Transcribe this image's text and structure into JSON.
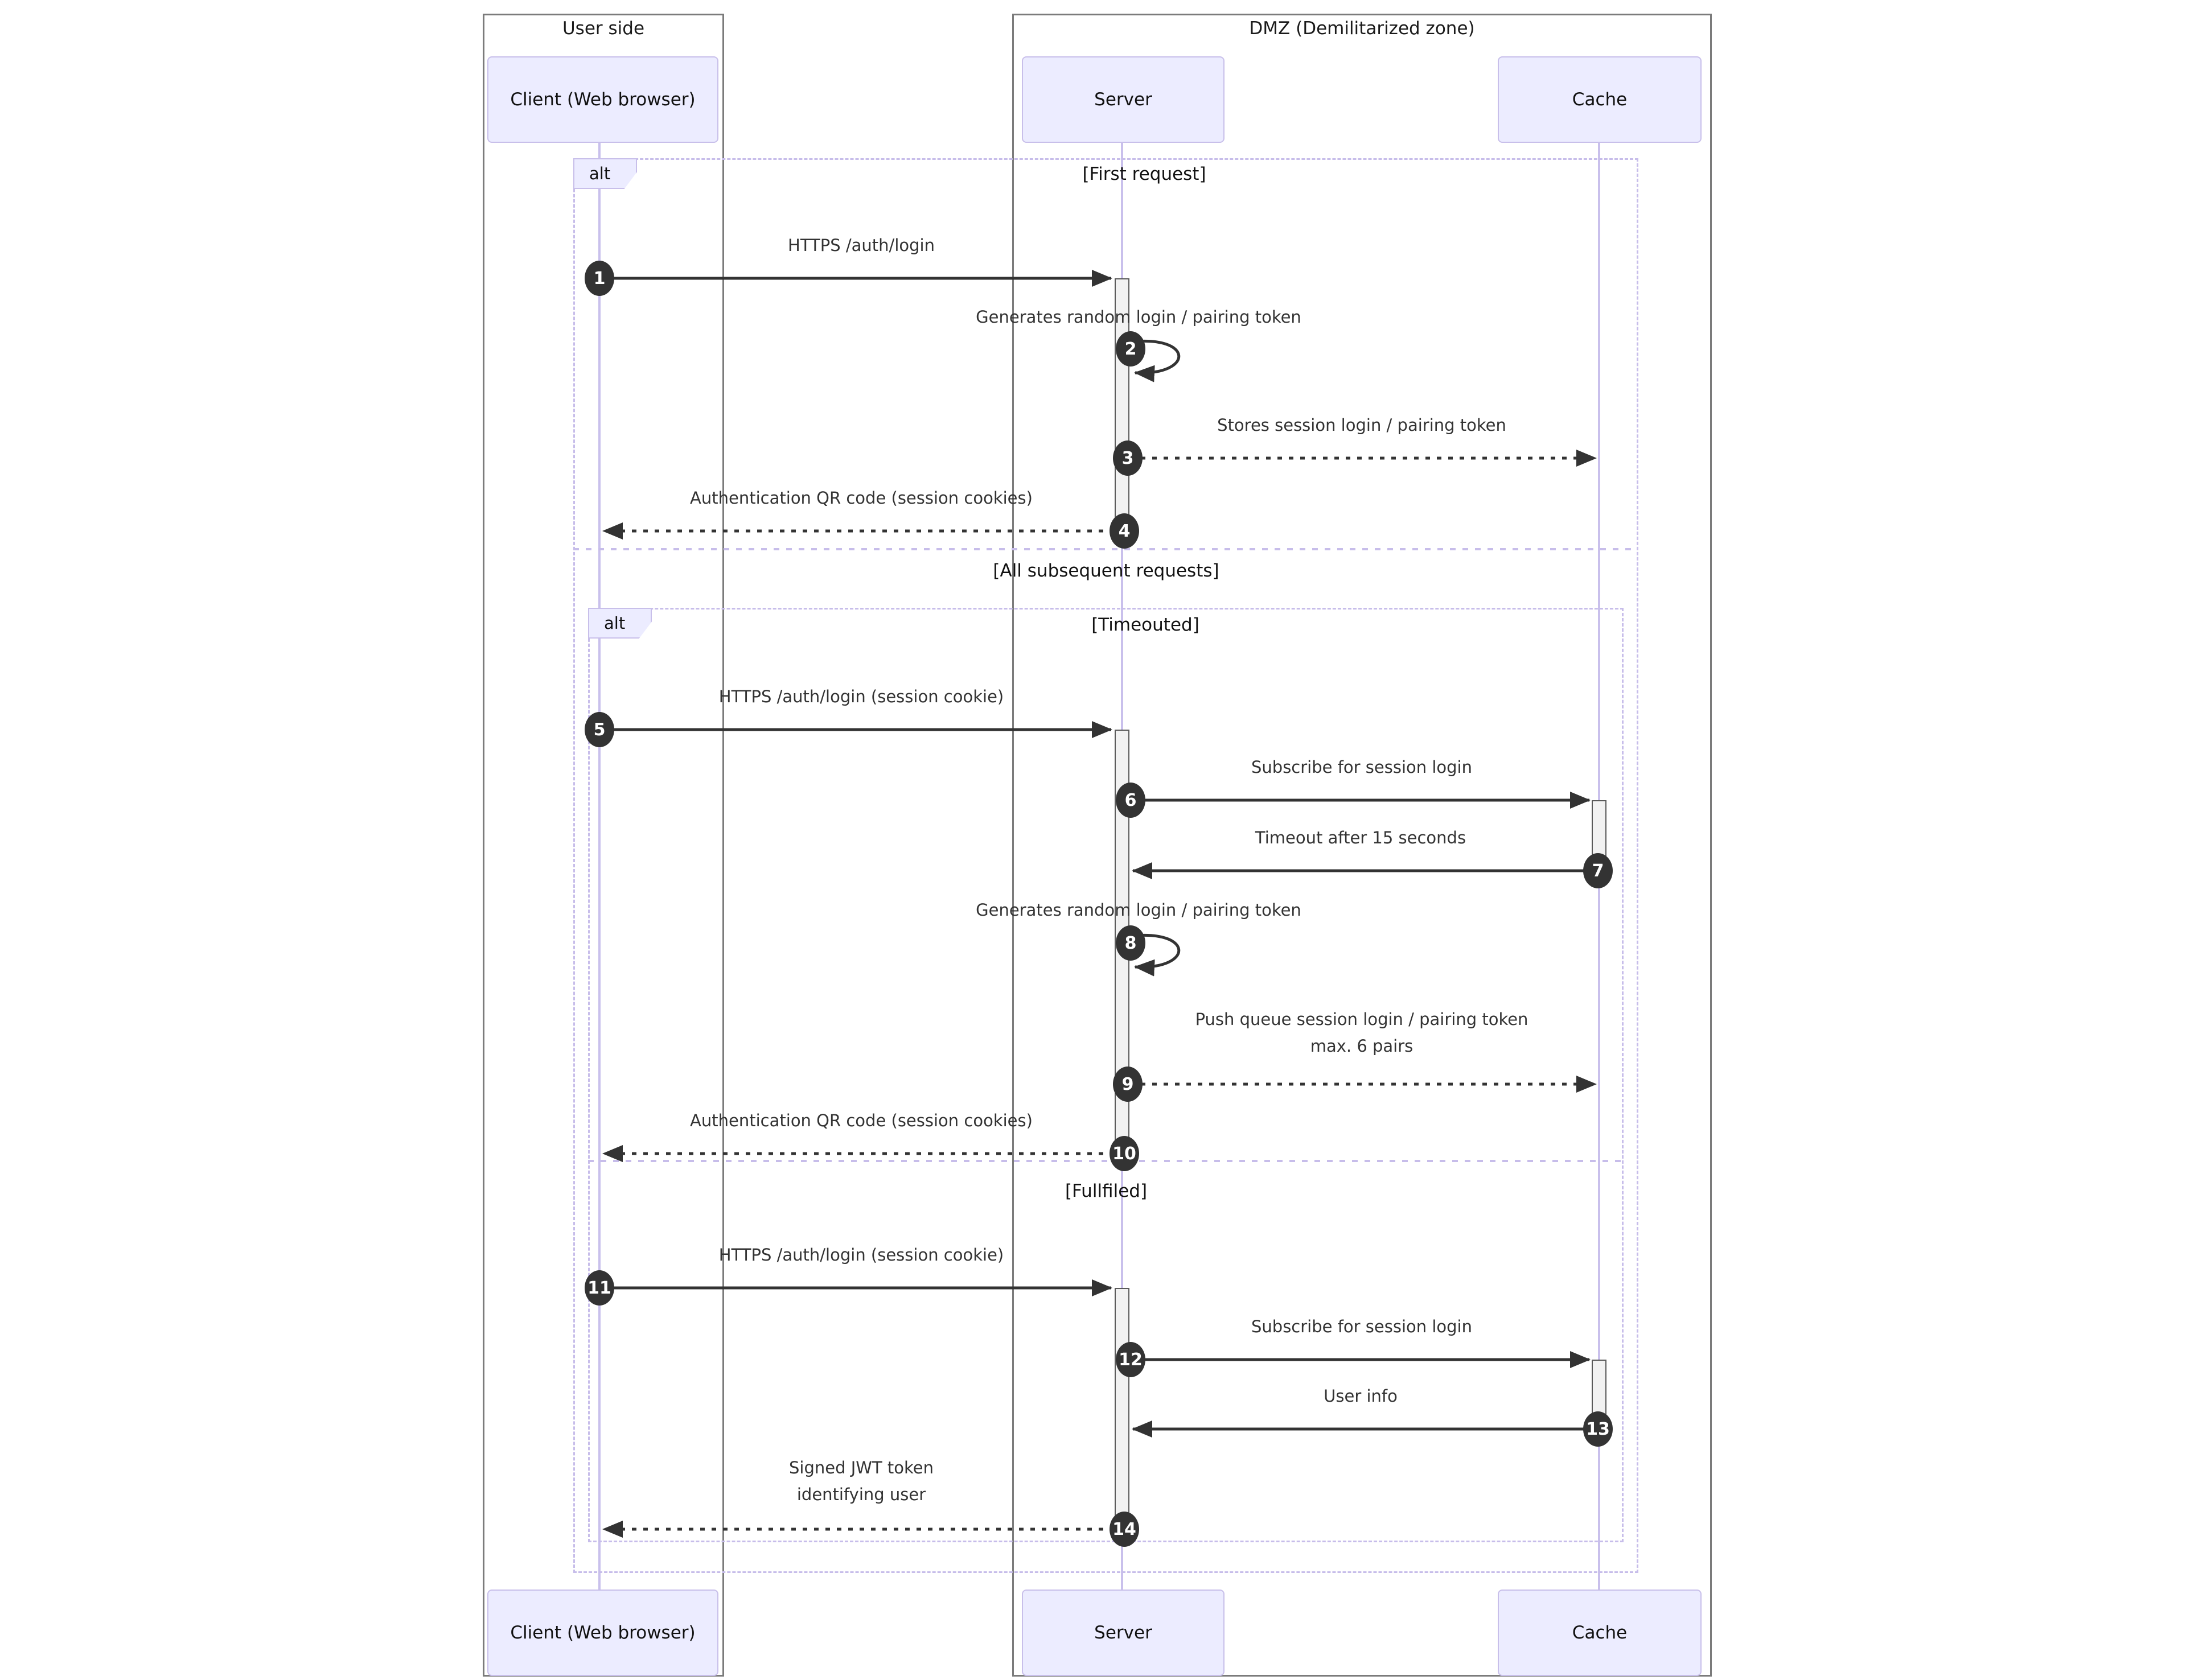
{
  "diagram_type": "sequence-diagram",
  "groups": {
    "left": {
      "title": "User side"
    },
    "right": {
      "title": "DMZ (Demilitarized zone)"
    }
  },
  "participants": {
    "client": "Client (Web browser)",
    "server": "Server",
    "cache": "Cache"
  },
  "frames": {
    "outer": {
      "label": "alt",
      "condition1": "[First request]",
      "condition2": "[All subsequent requests]"
    },
    "inner": {
      "label": "alt",
      "condition1": "[Timeouted]",
      "condition2": "[Fullfiled]"
    }
  },
  "messages": [
    {
      "num": "1",
      "text": "HTTPS /auth/login",
      "type": "solid",
      "from": "client",
      "to": "server"
    },
    {
      "num": "2",
      "text": "Generates random login / pairing token",
      "type": "self",
      "from": "server",
      "to": "server"
    },
    {
      "num": "3",
      "text": "Stores session login / pairing token",
      "type": "dashed",
      "from": "server",
      "to": "cache"
    },
    {
      "num": "4",
      "text": "Authentication QR code (session cookies)",
      "type": "dashed",
      "from": "server",
      "to": "client"
    },
    {
      "num": "5",
      "text": "HTTPS /auth/login (session cookie)",
      "type": "solid",
      "from": "client",
      "to": "server"
    },
    {
      "num": "6",
      "text": "Subscribe for session login",
      "type": "solid",
      "from": "server",
      "to": "cache"
    },
    {
      "num": "7",
      "text": "Timeout after 15 seconds",
      "type": "solid",
      "from": "cache",
      "to": "server"
    },
    {
      "num": "8",
      "text": "Generates random login / pairing token",
      "type": "self",
      "from": "server",
      "to": "server"
    },
    {
      "num": "9",
      "text": "Push queue session login / pairing token",
      "text2": "max. 6 pairs",
      "type": "dashed",
      "from": "server",
      "to": "cache"
    },
    {
      "num": "10",
      "text": "Authentication QR code (session cookies)",
      "type": "dashed",
      "from": "server",
      "to": "client"
    },
    {
      "num": "11",
      "text": "HTTPS /auth/login (session cookie)",
      "type": "solid",
      "from": "client",
      "to": "server"
    },
    {
      "num": "12",
      "text": "Subscribe for session login",
      "type": "solid",
      "from": "server",
      "to": "cache"
    },
    {
      "num": "13",
      "text": "User info",
      "type": "solid",
      "from": "cache",
      "to": "server"
    },
    {
      "num": "14",
      "text": "Signed JWT token",
      "text2": "identifying user",
      "type": "dashed",
      "from": "server",
      "to": "client"
    }
  ],
  "colors": {
    "actor_fill": "#ECECFF",
    "actor_border": "#C8BFEA",
    "lifeline": "#C9C0EC",
    "frame_border": "#C7BDEA",
    "group_border": "#7b7b7b",
    "message": "#333333",
    "activation_fill": "#F2F2F2",
    "activation_border": "#5a5a5a",
    "badge_fill": "#333333",
    "badge_text": "#ffffff"
  }
}
